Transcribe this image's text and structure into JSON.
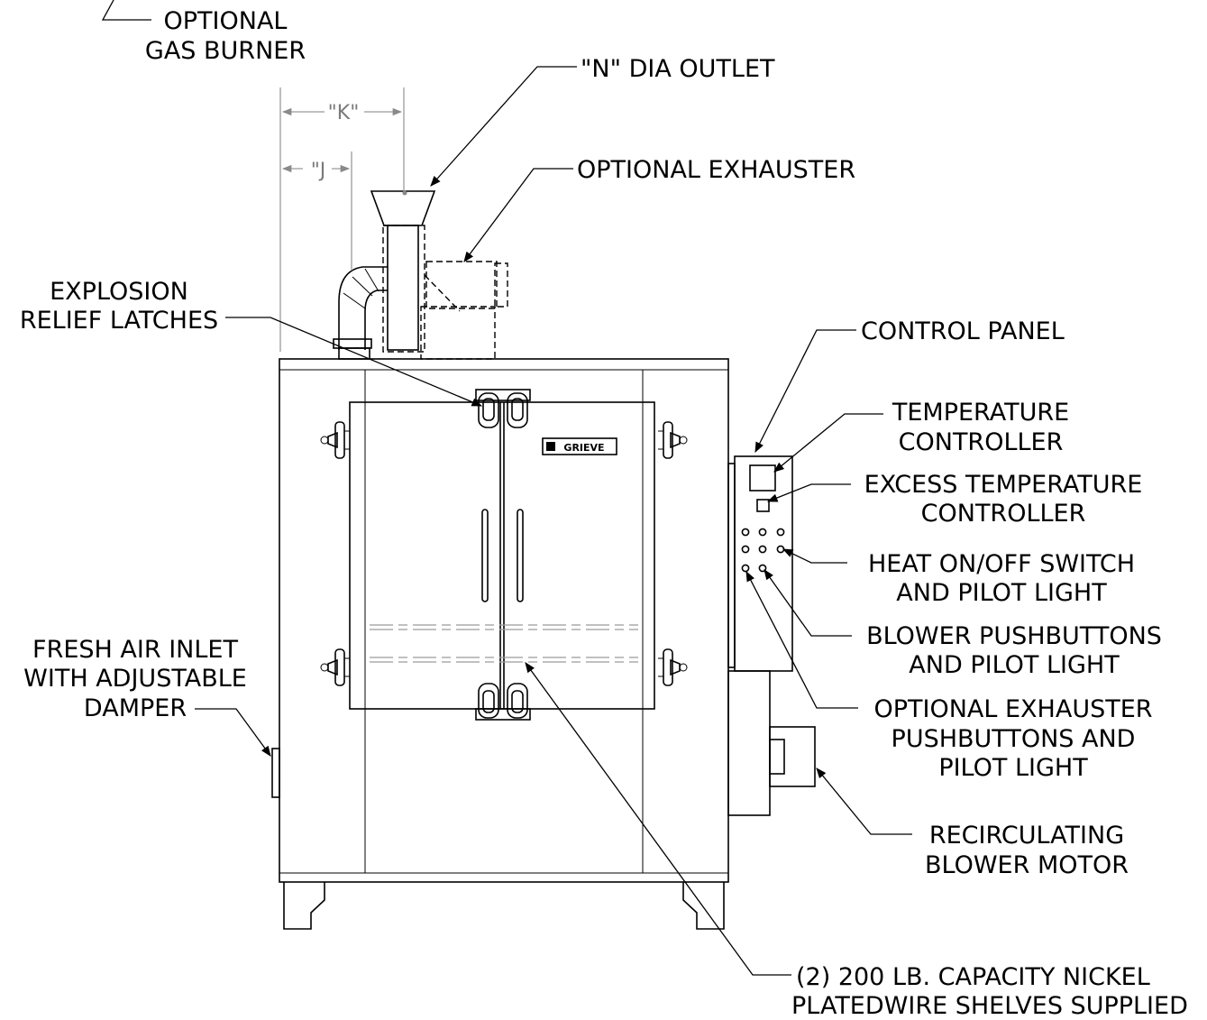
{
  "labels": {
    "gas_burner": [
      "OPTIONAL",
      "GAS BURNER"
    ],
    "outlet": [
      "\"N\" DIA OUTLET"
    ],
    "exhauster": [
      "OPTIONAL EXHAUSTER"
    ],
    "relief_latches": [
      "EXPLOSION",
      "RELIEF LATCHES"
    ],
    "control_panel": [
      "CONTROL PANEL"
    ],
    "temp_controller": [
      "TEMPERATURE",
      "CONTROLLER"
    ],
    "excess_temp_controller": [
      "EXCESS TEMPERATURE",
      "CONTROLLER"
    ],
    "heat_switch": [
      "HEAT ON/OFF SWITCH",
      "AND PILOT LIGHT"
    ],
    "blower_pushbuttons": [
      "BLOWER PUSHBUTTONS",
      "AND PILOT LIGHT"
    ],
    "exhauster_pushbuttons": [
      "OPTIONAL EXHAUSTER",
      "PUSHBUTTONS AND",
      "PILOT LIGHT"
    ],
    "fresh_air": [
      "FRESH AIR INLET",
      "WITH ADJUSTABLE",
      "DAMPER"
    ],
    "blower_motor": [
      "RECIRCULATING",
      "BLOWER MOTOR"
    ],
    "shelves": [
      "(2) 200 LB. CAPACITY NICKEL",
      "PLATEDWIRE SHELVES SUPPLIED"
    ]
  },
  "dimensions": {
    "k": "\"K\"",
    "j": "\"J"
  },
  "brand": "GRIEVE",
  "colors": {
    "line": "#000000",
    "dimension": "#7a7a7a",
    "background": "#ffffff"
  }
}
